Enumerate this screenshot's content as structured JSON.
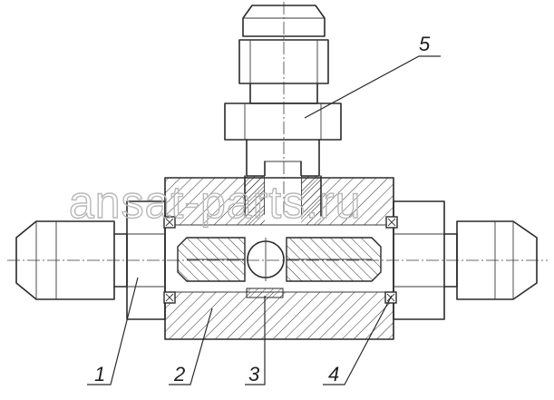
{
  "watermark": "ansat-parts.ru",
  "callouts": [
    {
      "number": "1"
    },
    {
      "number": "2"
    },
    {
      "number": "3"
    },
    {
      "number": "4"
    },
    {
      "number": "5"
    }
  ]
}
